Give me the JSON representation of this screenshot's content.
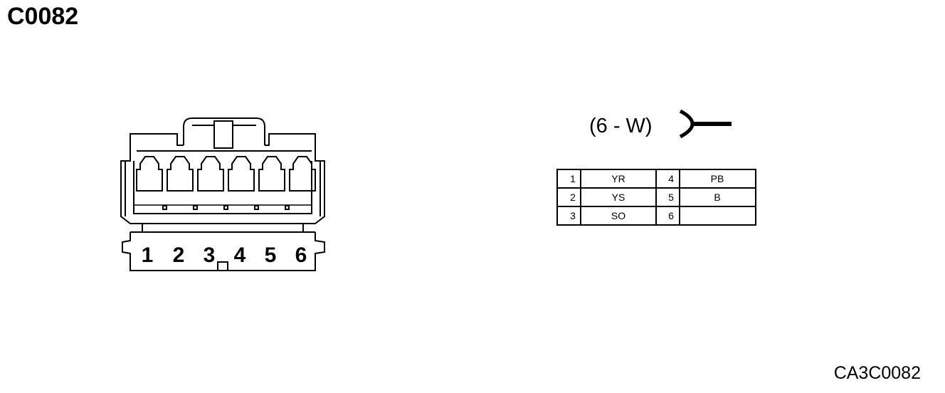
{
  "title": "C0082",
  "reference_code": "CA3C0082",
  "connector": {
    "type_label": "(6 - W)",
    "pins": [
      "1",
      "2",
      "3",
      "4",
      "5",
      "6"
    ]
  },
  "pin_table": {
    "rows": [
      {
        "pin_a": "1",
        "wire_a": "YR",
        "pin_b": "4",
        "wire_b": "PB"
      },
      {
        "pin_a": "2",
        "wire_a": "YS",
        "pin_b": "5",
        "wire_b": "B"
      },
      {
        "pin_a": "3",
        "wire_a": "SO",
        "pin_b": "6",
        "wire_b": ""
      }
    ]
  }
}
